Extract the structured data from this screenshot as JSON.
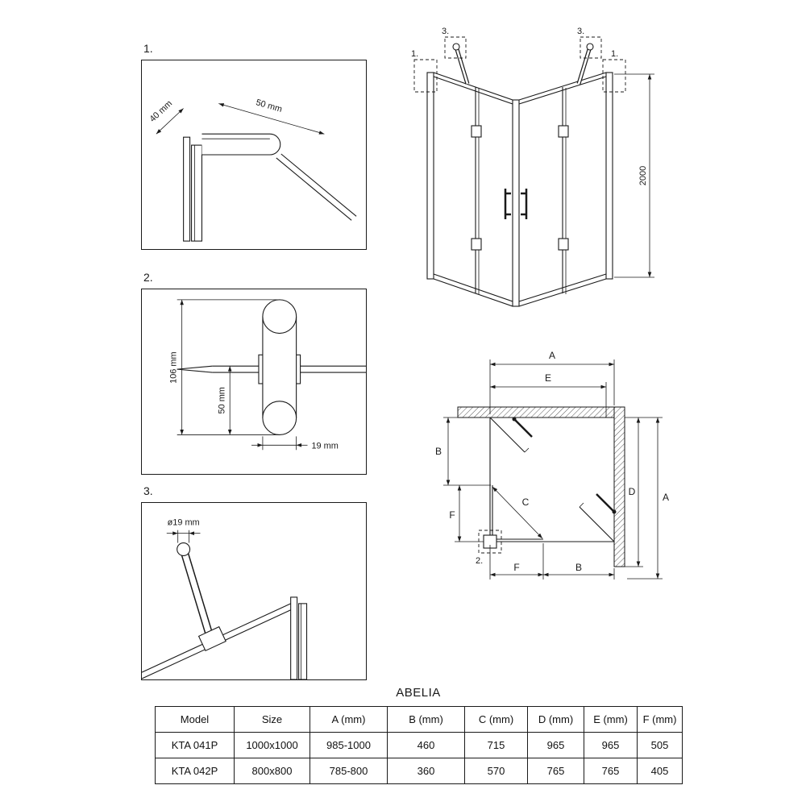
{
  "title": "ABELIA",
  "d1": {
    "label": "1.",
    "dim40": "40 mm",
    "dim50": "50 mm"
  },
  "d2": {
    "label": "2.",
    "dim106": "106 mm",
    "dim50": "50 mm",
    "dim19": "19 mm"
  },
  "d3": {
    "label": "3.",
    "dim19": "ø19 mm"
  },
  "iso": {
    "callout1_left": "1.",
    "callout3_left": "3.",
    "callout3_right": "3.",
    "callout1_right": "1.",
    "height": "2000"
  },
  "plan": {
    "a_top": "A",
    "e": "E",
    "b_left": "B",
    "f_left": "F",
    "c": "C",
    "d_right": "D",
    "a_right": "A",
    "f_bottom": "F",
    "b_bottom": "B",
    "callout2": "2."
  },
  "table": {
    "headers": [
      "Model",
      "Size",
      "A (mm)",
      "B (mm)",
      "C (mm)",
      "D (mm)",
      "E (mm)",
      "F (mm)"
    ],
    "rows": [
      [
        "KTA 041P",
        "1000x1000",
        "985-1000",
        "460",
        "715",
        "965",
        "965",
        "505"
      ],
      [
        "KTA 042P",
        "800x800",
        "785-800",
        "360",
        "570",
        "765",
        "765",
        "405"
      ]
    ]
  }
}
